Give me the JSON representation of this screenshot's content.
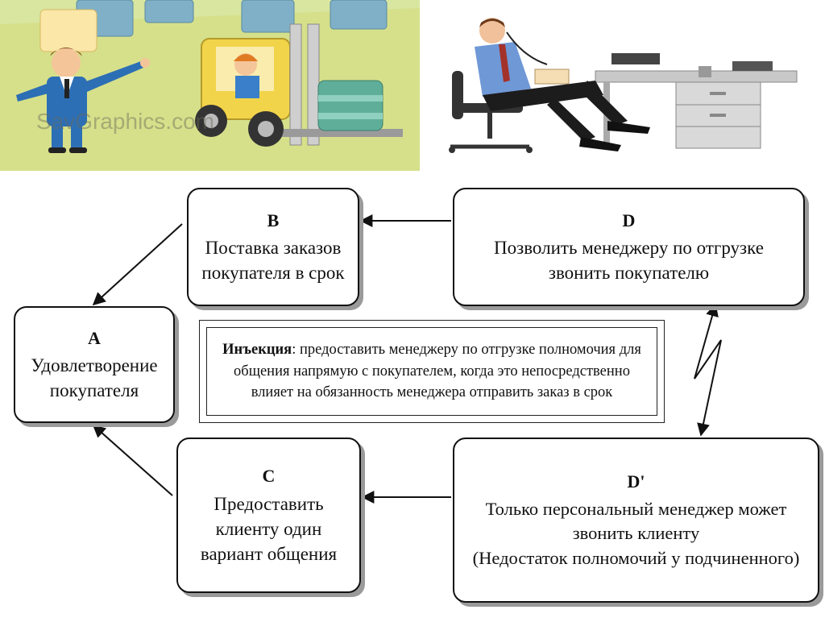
{
  "nodes": {
    "a": {
      "letter": "A",
      "lines": [
        "Удовлетворение",
        "покупателя"
      ]
    },
    "b": {
      "letter": "B",
      "lines": [
        "Поставка заказов",
        "покупателя в срок"
      ]
    },
    "c": {
      "letter": "C",
      "lines": [
        "Предоставить",
        "клиенту один",
        "вариант общения"
      ]
    },
    "d": {
      "letter": "D",
      "lines": [
        "Позволить менеджеру по отгрузке",
        "звонить покупателю"
      ]
    },
    "dp": {
      "letter": "D'",
      "lines": [
        "Только персональный менеджер может",
        "звонить клиенту",
        "(Недостаток полномочий у подчиненного)"
      ]
    }
  },
  "injection": {
    "label": "Инъекция",
    "text": ": предоставить менеджеру по отгрузке полномочия для общения напрямую с покупателем, когда это непосредственно влияет на обязанность менеджера отправить заказ в срок"
  },
  "illustrations": {
    "left_watermark": "SavGraphics.com"
  },
  "colors": {
    "line": "#111111",
    "shadow": "#9a9a9a",
    "background": "#ffffff"
  }
}
